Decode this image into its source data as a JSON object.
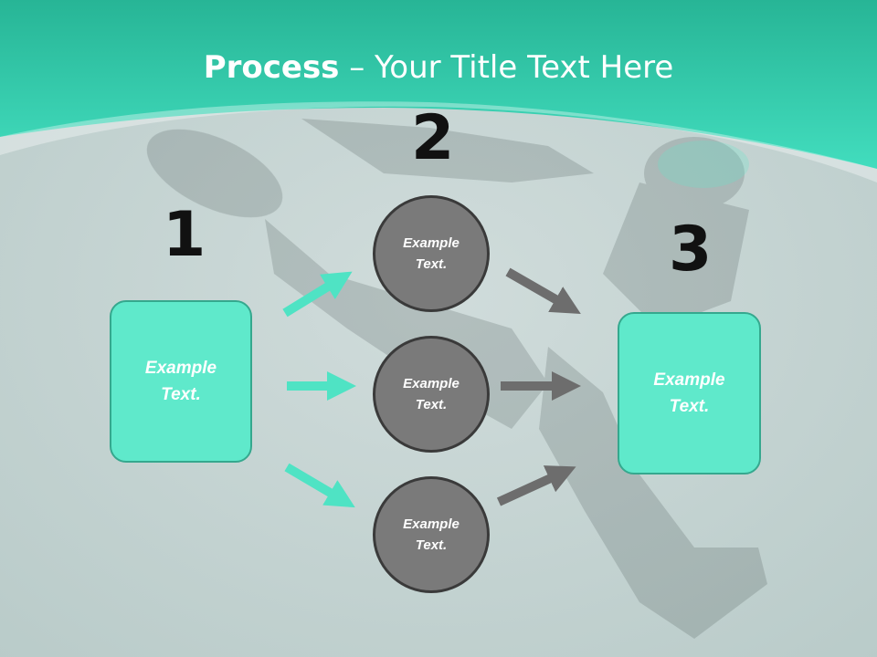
{
  "slide": {
    "title_bold": "Process",
    "title_rest": " – Your Title Text Here",
    "step_numbers": [
      "1",
      "2",
      "3"
    ],
    "left_box": {
      "text_line1": "Example",
      "text_line2": "Text."
    },
    "circles": [
      {
        "text_line1": "Example",
        "text_line2": "Text."
      },
      {
        "text_line1": "Example",
        "text_line2": "Text."
      },
      {
        "text_line1": "Example",
        "text_line2": "Text."
      }
    ],
    "right_box": {
      "text_line1": "Example",
      "text_line2": "Text."
    }
  },
  "colors": {
    "accent": "#5fe9cb",
    "header": "#2fc9a8",
    "circle_fill": "#7a7a7a",
    "arrow_teal": "#4fe3c4",
    "arrow_gray": "#6d6d6d"
  }
}
